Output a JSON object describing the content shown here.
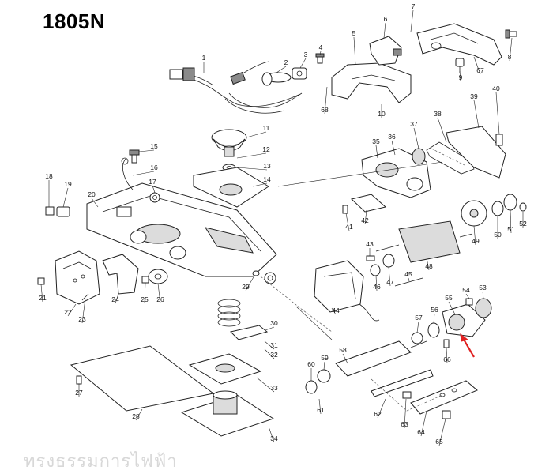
{
  "title": "1805N",
  "watermark": "ทรงธรรมการไฟฟ้า",
  "accent_color": "#e02020",
  "callouts": [
    "1",
    "2",
    "3",
    "4",
    "5",
    "6",
    "7",
    "8",
    "9",
    "10",
    "11",
    "12",
    "13",
    "14",
    "15",
    "16",
    "17",
    "18",
    "19",
    "20",
    "21",
    "22",
    "23",
    "24",
    "25",
    "26",
    "27",
    "28",
    "29",
    "30",
    "31",
    "32",
    "33",
    "34",
    "35",
    "36",
    "37",
    "38",
    "39",
    "40",
    "41",
    "42",
    "43",
    "44",
    "45",
    "46",
    "47",
    "48",
    "49",
    "50",
    "51",
    "52",
    "53",
    "54",
    "55",
    "56",
    "57",
    "58",
    "59",
    "60",
    "61",
    "62",
    "63",
    "64",
    "65",
    "66",
    "67",
    "68"
  ]
}
